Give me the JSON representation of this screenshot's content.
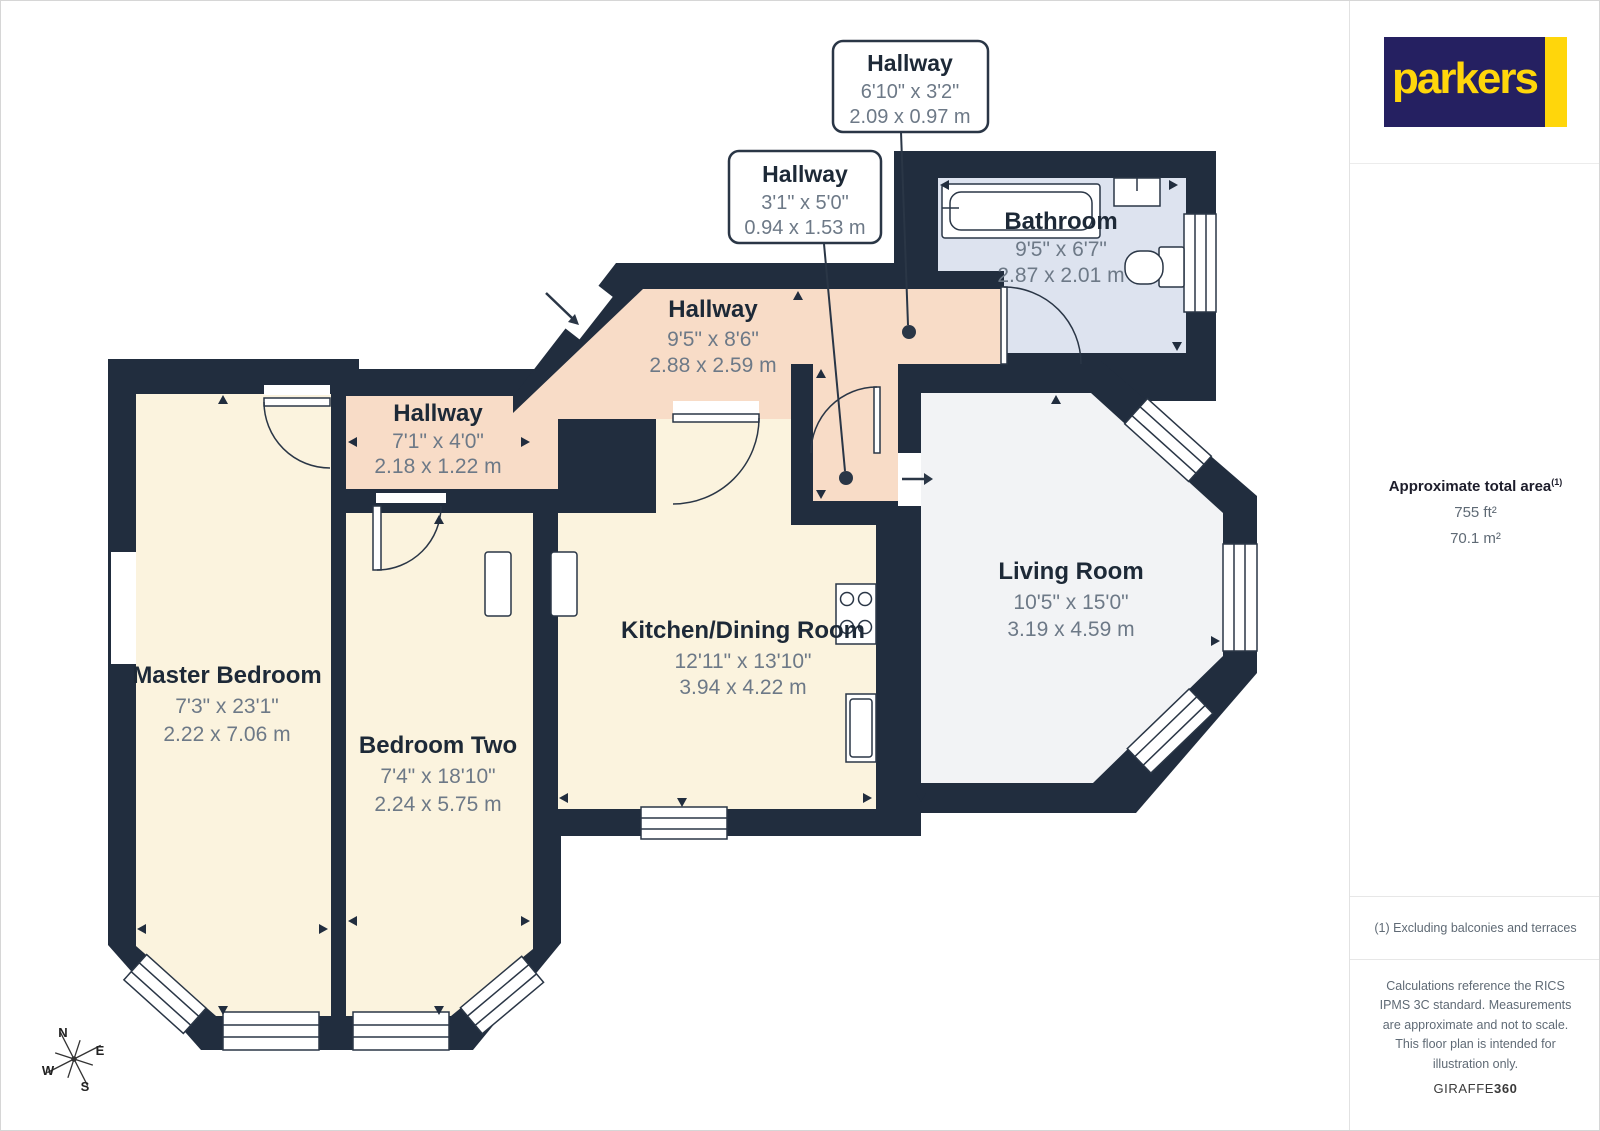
{
  "brand": {
    "logo_text": "parkers",
    "logo_bg": "#252061",
    "logo_accent": "#ffd60b"
  },
  "sidebar": {
    "area_title": "Approximate total area",
    "area_superscript": "(1)",
    "area_ft": "755 ft²",
    "area_m": "70.1 m²",
    "footnote": "(1) Excluding balconies and terraces",
    "disclaimer": "Calculations reference the RICS IPMS 3C standard. Measurements are approximate and not to scale. This floor plan is intended for illustration only.",
    "credit_regular": "GIRAFFE",
    "credit_bold": "360"
  },
  "floorplan": {
    "colors": {
      "wall": "#212d3e",
      "bedroom_fill": "#fbf3de",
      "hallway_fill": "#f8dcc7",
      "bathroom_fill": "#dde3ef",
      "living_fill": "#f2f3f5",
      "title_text": "#1d2937",
      "dim_text": "#6d7987"
    },
    "rooms": {
      "master": {
        "name": "Master Bedroom",
        "imperial": "7'3\" x 23'1\"",
        "metric": "2.22 x 7.06 m"
      },
      "bedroom_two": {
        "name": "Bedroom Two",
        "imperial": "7'4\" x 18'10\"",
        "metric": "2.24 x 5.75 m"
      },
      "kitchen": {
        "name": "Kitchen/Dining Room",
        "imperial": "12'11\" x 13'10\"",
        "metric": "3.94 x 4.22 m"
      },
      "living": {
        "name": "Living Room",
        "imperial": "10'5\" x 15'0\"",
        "metric": "3.19 x 4.59 m"
      },
      "bathroom": {
        "name": "Bathroom",
        "imperial": "9'5\" x 6'7\"",
        "metric": "2.87 x 2.01 m"
      },
      "hallway_main": {
        "name": "Hallway",
        "imperial": "9'5\" x 8'6\"",
        "metric": "2.88 x 2.59 m"
      },
      "hallway_small": {
        "name": "Hallway",
        "imperial": "7'1\" x 4'0\"",
        "metric": "2.18 x 1.22 m"
      }
    },
    "callouts": {
      "hallway_top": {
        "name": "Hallway",
        "imperial": "6'10\" x 3'2\"",
        "metric": "2.09 x 0.97 m"
      },
      "hallway_mid": {
        "name": "Hallway",
        "imperial": "3'1\" x 5'0\"",
        "metric": "0.94 x 1.53 m"
      }
    },
    "compass": {
      "n": "N",
      "e": "E",
      "s": "S",
      "w": "W"
    }
  }
}
